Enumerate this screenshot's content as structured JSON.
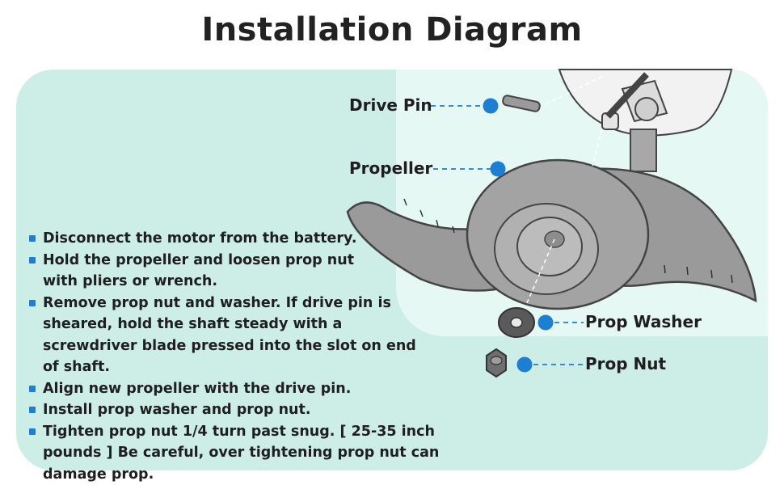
{
  "title": "Installation Diagram",
  "labels": {
    "drive_pin": "Drive Pin",
    "propeller": "Propeller",
    "prop_washer": "Prop Washer",
    "prop_nut": "Prop Nut"
  },
  "steps": [
    "Disconnect the motor from the battery.",
    "Hold the propeller and loosen prop nut with pliers or wrench.",
    "Remove prop nut and washer. If drive pin is sheared, hold the shaft steady with a screwdriver blade pressed into the slot on end of shaft.",
    "Align new propeller with the drive pin.",
    "Install prop washer and prop nut.",
    "Tighten prop nut 1/4 turn past snug. [ 25-35 inch pounds ] Be careful, over tightening prop nut can damage prop."
  ],
  "colors": {
    "panel_bg": "#cdeee6",
    "marker_blue": "#1c7fd1",
    "part_gray": "#9a9a9a"
  }
}
